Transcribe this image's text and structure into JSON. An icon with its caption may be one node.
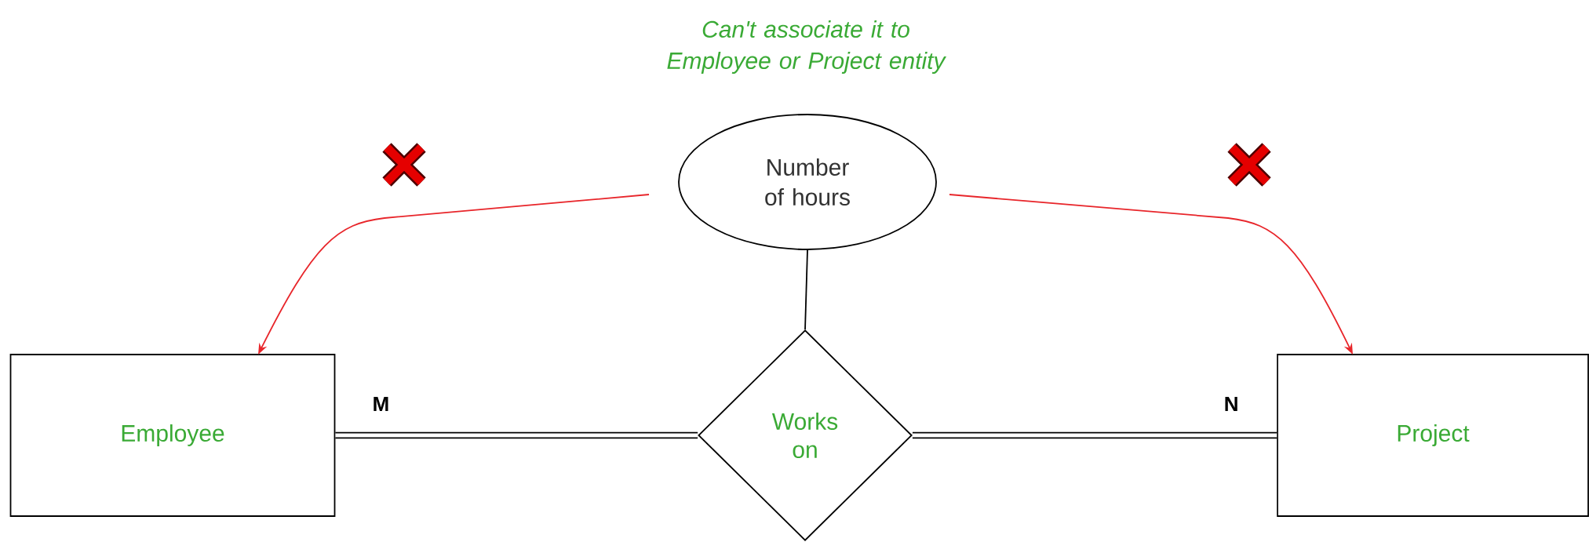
{
  "diagram": {
    "nodes": [
      {
        "text": [
          "Number of hours"
        ]
      },
      {
        "text": [
          "Employee"
        ]
      },
      {
        "text": [
          "Works on"
        ]
      },
      {
        "text": [
          "Project"
        ]
      }
    ],
    "edges": [
      {
        "from": 0,
        "to": 2,
        "arrow": "none"
      },
      {
        "from": 1,
        "to": 2,
        "arrow": "none",
        "label": "M",
        "style": "thick"
      },
      {
        "from": 2,
        "to": 3,
        "arrow": "none",
        "label": "N",
        "style": "thick"
      },
      {
        "from": 0,
        "to": 1,
        "arrow": "to",
        "color": "#e8262b"
      },
      {
        "from": 0,
        "to": 3,
        "arrow": "to",
        "color": "#e8262b"
      }
    ],
    "labels": [
      "Can't associate it to Employee or Project entity"
    ]
  }
}
